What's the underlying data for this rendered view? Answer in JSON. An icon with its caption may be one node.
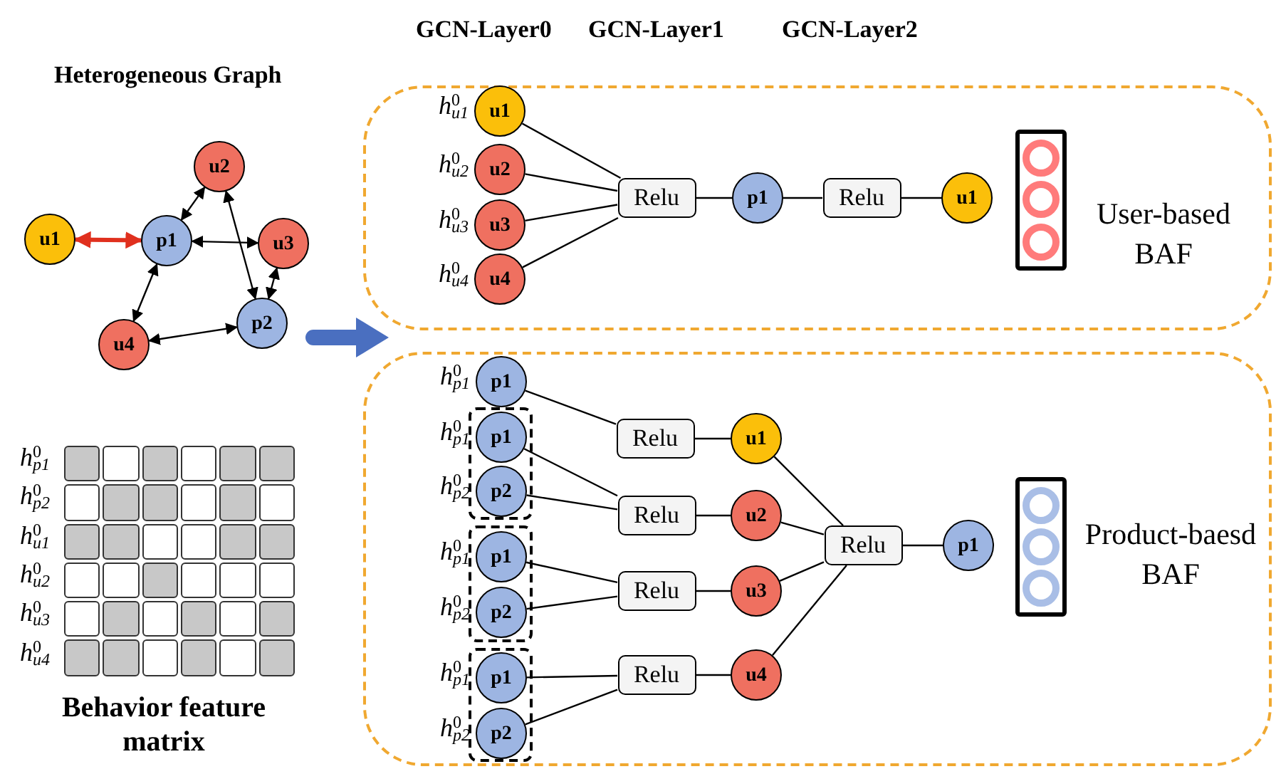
{
  "diagram": {
    "nodes": [
      {
        "text": [
          "u1"
        ]
      },
      {
        "text": [
          "p1"
        ]
      },
      {
        "text": [
          "u2"
        ]
      },
      {
        "text": [
          "u3"
        ]
      },
      {
        "text": [
          "p2"
        ]
      },
      {
        "text": [
          "u4"
        ]
      },
      {
        "text": [
          "User-based BAF"
        ]
      },
      {
        "text": [
          "u1"
        ],
        "in": 6,
        "beside": [
          "*h*$^{0}$$_{u1}$"
        ]
      },
      {
        "text": [
          "u2"
        ],
        "in": 6,
        "beside": [
          "*h*$^{0}$$_{u2}$"
        ]
      },
      {
        "text": [
          "u3"
        ],
        "in": 6,
        "beside": [
          "*h*$^{0}$$_{u3}$"
        ]
      },
      {
        "text": [
          "u4"
        ],
        "in": 6,
        "beside": [
          "*h*$^{0}$$_{u4}$"
        ]
      },
      {
        "text": [
          "Relu"
        ],
        "in": 6
      },
      {
        "text": [
          "p1"
        ],
        "in": 6
      },
      {
        "text": [
          "Relu"
        ],
        "in": 6
      },
      {
        "text": [
          "u1"
        ],
        "in": 6
      },
      {
        "text": [],
        "shape": "box",
        "in": 6
      },
      {
        "text": [
          "Product-baesd BAF"
        ]
      },
      {
        "text": [
          "p1"
        ],
        "in": 16,
        "beside": [
          "*h*$^{0}$$_{p1}$"
        ]
      },
      {
        "text": [],
        "shape": "box",
        "in": 16
      },
      {
        "text": [
          "p1"
        ],
        "in": 18,
        "beside": [
          "*h*$^{0}$$_{p1}$"
        ]
      },
      {
        "text": [
          "p2"
        ],
        "in": 18,
        "beside": [
          "*h*$^{0}$$_{p2}$"
        ]
      },
      {
        "text": [],
        "shape": "box",
        "in": 16
      },
      {
        "text": [
          "p1"
        ],
        "in": 21,
        "beside": [
          "*h*$^{0}$$_{p1}$"
        ]
      },
      {
        "text": [
          "p2"
        ],
        "in": 21,
        "beside": [
          "*h*$^{0}$$_{p2}$"
        ]
      },
      {
        "text": [],
        "shape": "box",
        "in": 16
      },
      {
        "text": [
          "p1"
        ],
        "in": 24,
        "beside": [
          "*h*$^{0}$$_{p1}$"
        ]
      },
      {
        "text": [
          "p2"
        ],
        "in": 24,
        "beside": [
          "*h*$^{0}$$_{p2}$"
        ]
      },
      {
        "text": [
          "Relu"
        ],
        "in": 16
      },
      {
        "text": [
          "Relu"
        ],
        "in": 16
      },
      {
        "text": [
          "Relu"
        ],
        "in": 16
      },
      {
        "text": [
          "Relu"
        ],
        "in": 16
      },
      {
        "text": [
          "u1"
        ],
        "in": 16
      },
      {
        "text": [
          "u2"
        ],
        "in": 16
      },
      {
        "text": [
          "u3"
        ],
        "in": 16
      },
      {
        "text": [
          "u4"
        ],
        "in": 16
      },
      {
        "text": [
          "Relu"
        ],
        "in": 16
      },
      {
        "text": [
          "p1"
        ],
        "in": 16
      },
      {
        "text": [],
        "shape": "box",
        "in": 16
      }
    ],
    "edges": [
      {
        "from": 0,
        "to": 1,
        "arrow": "both",
        "style": "thick",
        "color": "#e0301e"
      },
      {
        "from": 1,
        "to": 2,
        "arrow": "both"
      },
      {
        "from": 1,
        "to": 3,
        "arrow": "both"
      },
      {
        "from": 2,
        "to": 4,
        "arrow": "both"
      },
      {
        "from": 3,
        "to": 4,
        "arrow": "both"
      },
      {
        "from": 1,
        "to": 5,
        "arrow": "both"
      },
      {
        "from": 5,
        "to": 4,
        "arrow": "both"
      },
      {
        "from": 7,
        "to": 11,
        "arrow": "none"
      },
      {
        "from": 8,
        "to": 11,
        "arrow": "none"
      },
      {
        "from": 9,
        "to": 11,
        "arrow": "none"
      },
      {
        "from": 10,
        "to": 11,
        "arrow": "none"
      },
      {
        "from": 11,
        "to": 12,
        "arrow": "none"
      },
      {
        "from": 12,
        "to": 13,
        "arrow": "none"
      },
      {
        "from": 13,
        "to": 14,
        "arrow": "none"
      },
      {
        "from": 17,
        "to": 27,
        "arrow": "none"
      },
      {
        "from": 19,
        "to": 28,
        "arrow": "none"
      },
      {
        "from": 20,
        "to": 28,
        "arrow": "none"
      },
      {
        "from": 22,
        "to": 29,
        "arrow": "none"
      },
      {
        "from": 23,
        "to": 29,
        "arrow": "none"
      },
      {
        "from": 25,
        "to": 30,
        "arrow": "none"
      },
      {
        "from": 26,
        "to": 30,
        "arrow": "none"
      },
      {
        "from": 27,
        "to": 31,
        "arrow": "none"
      },
      {
        "from": 28,
        "to": 32,
        "arrow": "none"
      },
      {
        "from": 29,
        "to": 33,
        "arrow": "none"
      },
      {
        "from": 30,
        "to": 34,
        "arrow": "none"
      },
      {
        "from": 31,
        "to": 35,
        "arrow": "none"
      },
      {
        "from": 32,
        "to": 35,
        "arrow": "none"
      },
      {
        "from": 33,
        "to": 35,
        "arrow": "none"
      },
      {
        "from": 34,
        "to": 35,
        "arrow": "none"
      },
      {
        "from": 35,
        "to": 36,
        "arrow": "none"
      }
    ],
    "labels": [
      "GCN-Layer0",
      "GCN-Layer1",
      "GCN-Layer2",
      "Heterogeneous Graph",
      "*h*$^{0}$$_{p1}$",
      "*h*$^{0}$$_{p2}$",
      "*h*$^{0}$$_{u1}$",
      "*h*$^{0}$$_{u2}$",
      "*h*$^{0}$$_{u3}$",
      "*h*$^{0}$$_{u4}$",
      "Behavior feature matrix"
    ]
  }
}
